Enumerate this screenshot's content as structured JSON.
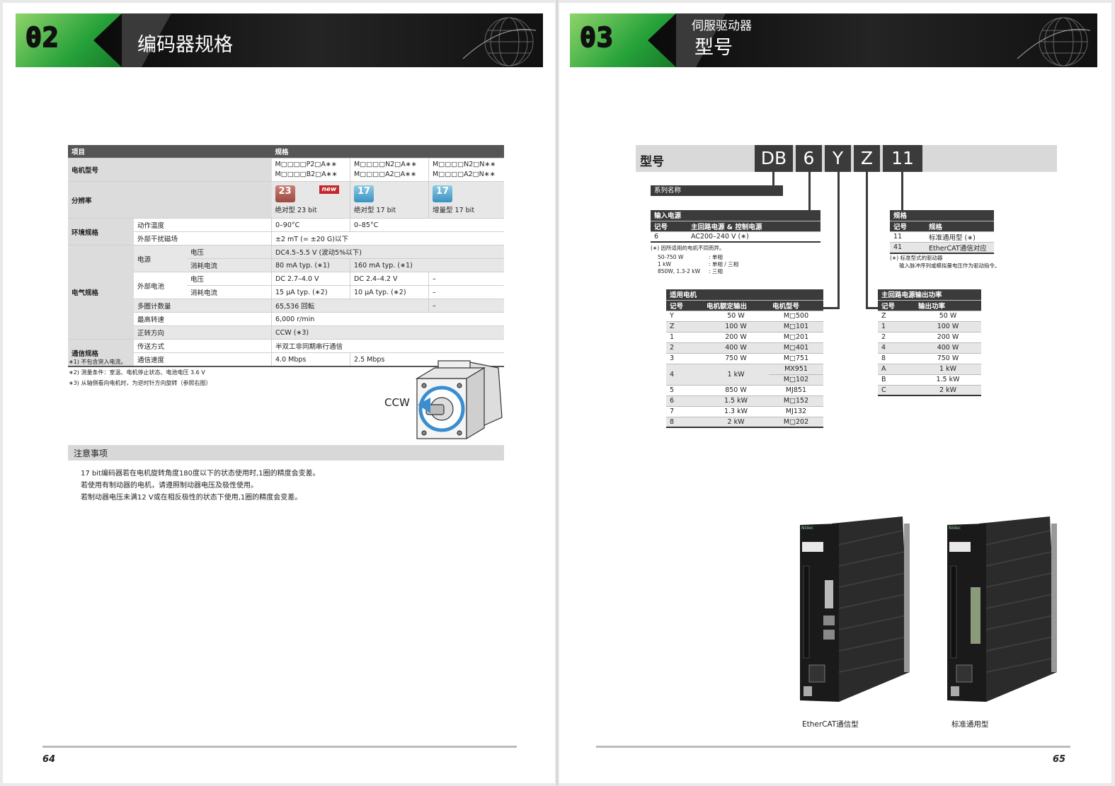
{
  "left": {
    "chapter_num": "02",
    "chapter_title": "编码器规格",
    "page_number": "64",
    "table": {
      "header_item": "项目",
      "header_spec": "规格",
      "motor_model_label": "电机型号",
      "motor_models": [
        [
          "M□□□□P2□A∗∗",
          "M□□□□B2□A∗∗"
        ],
        [
          "M□□□□N2□A∗∗",
          "M□□□□A2□A∗∗"
        ],
        [
          "M□□□□N2□N∗∗",
          "M□□□□A2□N∗∗"
        ]
      ],
      "resolution_label": "分辨率",
      "badge_new": "new",
      "badges": [
        "23",
        "17",
        "17"
      ],
      "resolutions": [
        "绝对型 23 bit",
        "绝对型 17 bit",
        "增量型 17 bit"
      ],
      "env_label": "环境规格",
      "op_temp_label": "动作温度",
      "op_temp": [
        "0–90°C",
        "0–85°C"
      ],
      "ext_field_label": "外部干扰磁场",
      "ext_field": "±2 mT (= ±20 G)以下",
      "elec_label": "电气规格",
      "power_label": "电源",
      "voltage_label": "电压",
      "power_voltage": "DC4.5–5.5 V (波动5%以下)",
      "current_label": "消耗电流",
      "power_current": [
        "80 mA typ. (∗1)",
        "160 mA typ. (∗1)"
      ],
      "battery_label": "外部电池",
      "bat_voltage": [
        "DC 2.7–4.0 V",
        "DC 2.4–4.2 V",
        "–"
      ],
      "bat_current": [
        "15 μA typ. (∗2)",
        "10 μA typ. (∗2)",
        "–"
      ],
      "multiturn_label": "多圈计数量",
      "multiturn": [
        "65,536 回転",
        "–"
      ],
      "max_speed_label": "最高转速",
      "max_speed": "6,000 r/min",
      "direction_label": "正转方向",
      "direction": "CCW  (∗3)",
      "comm_label": "通信规格",
      "transfer_label": "传送方式",
      "transfer": "半双工非同期串行通信",
      "speed_label": "通信速度",
      "comm_speed": [
        "4.0 Mbps",
        "2.5 Mbps"
      ]
    },
    "notes": [
      "∗1) 不包含突入电流。",
      "∗2) 测量条件：室温、电机停止状态、电池电压 3.6 V",
      "∗3) 从轴侧看向电机时，为逆时针方向旋转（参照右图）"
    ],
    "ccw_label": "CCW",
    "caution_title": "注意事项",
    "caution_lines": [
      "17 bit编码器若在电机旋转角度180度以下的状态使用时,1圈的精度会变差。",
      "若使用有制动器的电机，请遵照制动器电压及极性使用。",
      "若制动器电压未满12 V或在相反极性的状态下使用,1圈的精度会变差。"
    ]
  },
  "right": {
    "chapter_num": "03",
    "chapter_subtitle": "伺服驱动器",
    "chapter_title": "型号",
    "page_number": "65",
    "model_label": "型号",
    "codes": [
      "DB",
      "6",
      "Y",
      "Z",
      "11"
    ],
    "series_label": "系列名称",
    "input_power": {
      "title": "输入电源",
      "col1": "记号",
      "col2": "主回路电源 & 控制电源",
      "rows": [
        [
          "6",
          "AC200–240 V (∗)"
        ]
      ],
      "note": "(∗) 因所适用的电机不同而异。",
      "subnotes": [
        [
          "50-750 W",
          ": 单相"
        ],
        [
          "1 kW",
          ": 单相 / 三相"
        ],
        [
          "850W, 1.3-2 kW",
          ": 三相"
        ]
      ]
    },
    "spec": {
      "title": "规格",
      "col1": "记号",
      "col2": "规格",
      "rows": [
        [
          "11",
          "标准通用型 (∗)"
        ],
        [
          "41",
          "EtherCAT通信对应"
        ]
      ],
      "note1": "(∗) 标准型式的驱动器",
      "note2": "输入脉冲序列或模拟量电压作为驱动指令。"
    },
    "motor": {
      "title": "适用电机",
      "col1": "记号",
      "col2": "电机额定输出",
      "col3": "电机型号",
      "rows": [
        [
          "Y",
          "50 W",
          "M□500"
        ],
        [
          "Z",
          "100 W",
          "M□101"
        ],
        [
          "1",
          "200 W",
          "M□201"
        ],
        [
          "2",
          "400 W",
          "M□401"
        ],
        [
          "3",
          "750 W",
          "M□751"
        ],
        [
          "4",
          "1 kW",
          "MX951",
          "M□102"
        ],
        [
          "5",
          "850 W",
          "MJ851"
        ],
        [
          "6",
          "1.5 kW",
          "M□152"
        ],
        [
          "7",
          "1.3 kW",
          "MJ132"
        ],
        [
          "8",
          "2 kW",
          "M□202"
        ]
      ]
    },
    "output": {
      "title": "主回路电源输出功率",
      "col1": "记号",
      "col2": "输出功率",
      "rows": [
        [
          "Z",
          "50 W"
        ],
        [
          "1",
          "100 W"
        ],
        [
          "2",
          "200 W"
        ],
        [
          "4",
          "400 W"
        ],
        [
          "8",
          "750 W"
        ],
        [
          "A",
          "1 kW"
        ],
        [
          "B",
          "1.5 kW"
        ],
        [
          "C",
          "2 kW"
        ]
      ]
    },
    "drive_brand": "Nidec",
    "captions": [
      "EtherCAT通信型",
      "标准通用型"
    ]
  }
}
